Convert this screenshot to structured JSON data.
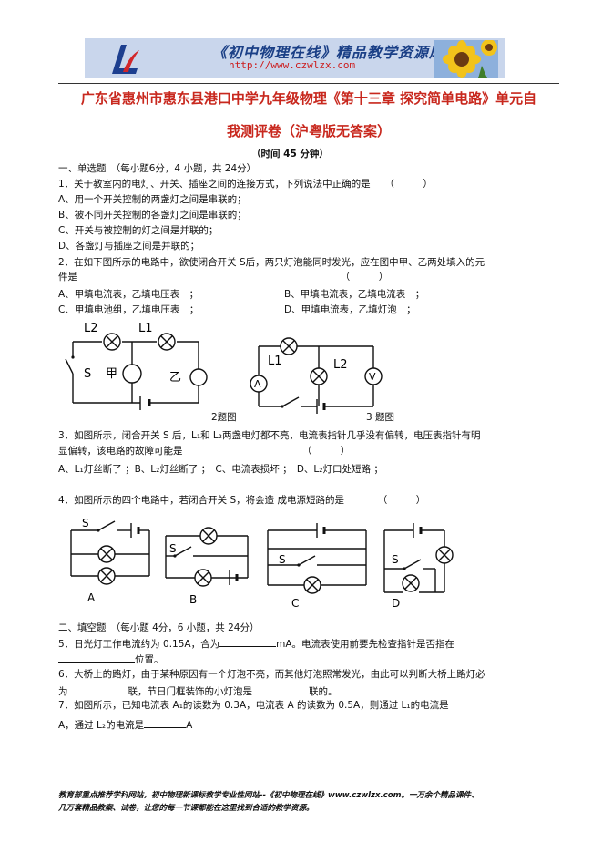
{
  "banner": {
    "title": "《初中物理在线》精品教学资源库",
    "url": "http://www.czwlzx.com"
  },
  "header": {
    "title_line1": "广东省惠州市惠东县港口中学九年级物理《第十三章 探究简单电路》单元自",
    "title_line2": "我测评卷（沪粤版无答案）",
    "time": "（时间 45 分钟）"
  },
  "section1": {
    "heading": "一、单选题　（每小题6分，4 小题，共 24分）",
    "q1": {
      "stem": "1．关于教室内的电灯、开关、插座之间的连接方式，下列说法中正确的是　　（　　　）",
      "options": [
        "A、用一个开关控制的两盏灯之间是串联的；",
        "B、被不同开关控制的各盏灯之间是串联的；",
        "C、开关与被控制的灯之间是并联的；",
        "D、各盏灯与插座之间是并联的；"
      ]
    },
    "q2": {
      "stem1": "2．在如下图所示的电路中，欲使闭合开关 S后，两只灯泡能同时发光，应在图中甲、乙两处填入的元",
      "stem2": "件是　　　　　　　　　　　　　　　　　　　　　　　　　　　　（　　　）",
      "opt_a": "A、甲填电流表，乙填电压表　；",
      "opt_b": "B、甲填电流表，乙填电流表　；",
      "opt_c": "C、甲填电池组，乙填电压表　；",
      "opt_d": "D、甲填电流表，乙填灯泡　；"
    },
    "fig2": {
      "l2": "L2",
      "l1": "L1",
      "s": "S",
      "jia": "甲",
      "yi": "乙",
      "caption": "2题图"
    },
    "fig3": {
      "l1": "L1",
      "l2": "L2",
      "a": "A",
      "v": "V",
      "caption": "3 题图"
    },
    "q3": {
      "stem1": "3．如图所示，闭合开关 S 后，L₁和 L₂两盏电灯都不亮，电流表指针几乎没有偏转，电压表指针有明",
      "stem2": "显偏转，该电路的故障可能是　　　　　　　　　　　　　（　　　）",
      "options": "A、L₁灯丝断了 ；B、L₂灯丝断了 ；　C、电流表损坏 ；　D、L₂灯口处短路 ；"
    },
    "q4": {
      "stem": "4．如图所示的四个电路中，若闭合开关 S，将会造 成电源短路的是　　　　（　　　）",
      "labels": [
        "A",
        "B",
        "C",
        "D"
      ],
      "switch_label": "S"
    }
  },
  "section2": {
    "heading": "二、填空题　（每小题 4分，6 小题，共 24分）",
    "q5_a": "5．日光灯工作电流约为 0.15A，合为",
    "q5_b": "mA。电流表使用前要先检查指针是否指在",
    "q5_c": "位置。",
    "q6_a": "6．大桥上的路灯，由于某种原因有一个灯泡不亮，而其他灯泡照常发光，由此可以判断大桥上路灯必",
    "q6_b": "为",
    "q6_c": "联，节日门框装饰的小灯泡是",
    "q6_d": "联的。",
    "q7_a": "7．如图所示，已知电流表 A₁的读数为 0.3A，电流表 A 的读数为 0.5A，则通过 L₁的电流是",
    "q7_b": "A，通过 L₂的电流是",
    "q7_c": "A"
  },
  "footer": {
    "line1": "教育部重点推荐学科网站，初中物理新课标教学专业性网站--《初中物理在线》www.czwlzx.com。一万余个精品课件、",
    "line2": "几万套精品教案、试卷，让您的每一节课都能在这里找到合适的教学资源。"
  }
}
